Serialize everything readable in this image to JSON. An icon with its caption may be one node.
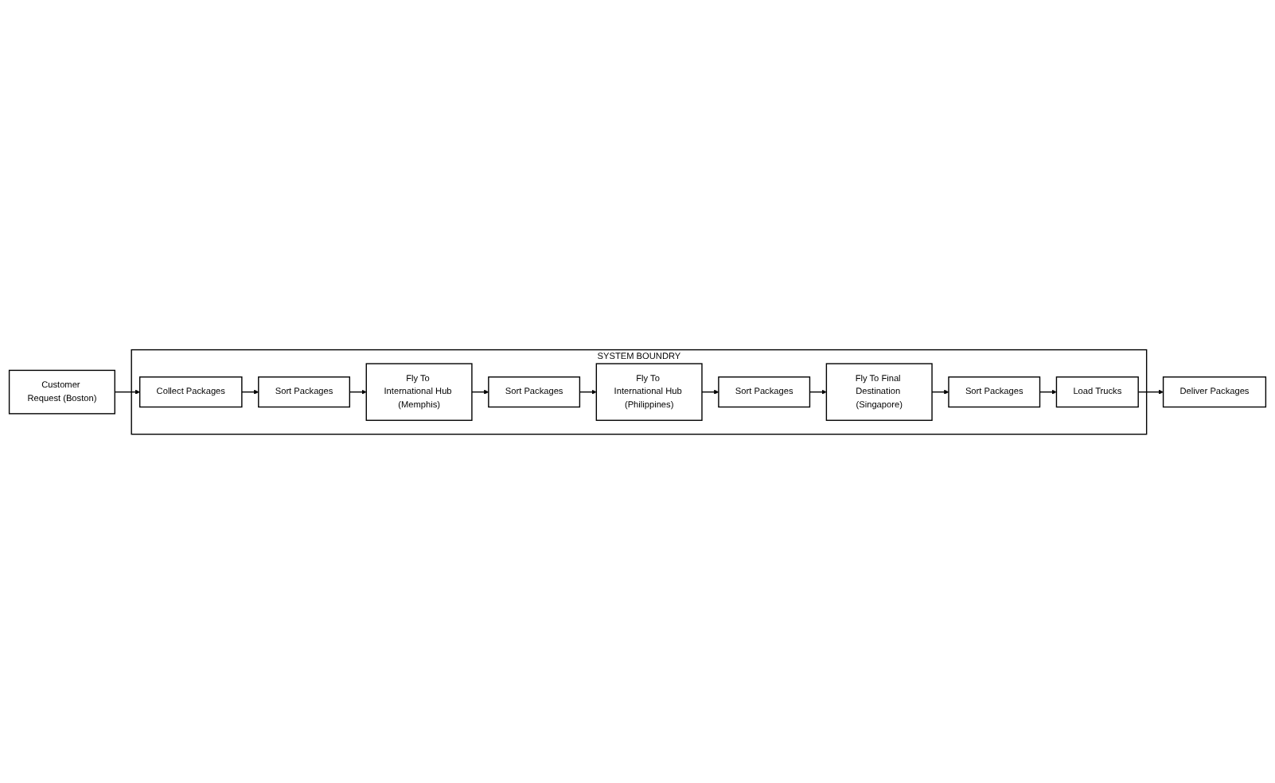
{
  "diagram": {
    "nodes": [
      {
        "text": [
          "Customer Request (Boston)"
        ]
      },
      {
        "text": [
          "SYSTEM BOUNDRY"
        ]
      },
      {
        "text": [
          "Collect Packages"
        ],
        "in": 1
      },
      {
        "text": [
          "Sort Packages"
        ],
        "in": 1
      },
      {
        "text": [
          "Fly To International Hub (Memphis)"
        ],
        "in": 1
      },
      {
        "text": [
          "Sort Packages"
        ],
        "in": 1
      },
      {
        "text": [
          "Fly To International Hub (Philippines)"
        ],
        "in": 1
      },
      {
        "text": [
          "Sort Packages"
        ],
        "in": 1
      },
      {
        "text": [
          "Fly To Final Destination (Singapore)"
        ],
        "in": 1
      },
      {
        "text": [
          "Sort Packages"
        ],
        "in": 1
      },
      {
        "text": [
          "Load Trucks"
        ],
        "in": 1
      },
      {
        "text": [
          "Deliver Packages"
        ]
      }
    ],
    "edges": [
      {
        "from": 0,
        "to": 2,
        "arrow": "to"
      },
      {
        "from": 2,
        "to": 3,
        "arrow": "to"
      },
      {
        "from": 3,
        "to": 4,
        "arrow": "to"
      },
      {
        "from": 4,
        "to": 5,
        "arrow": "to"
      },
      {
        "from": 5,
        "to": 6,
        "arrow": "to"
      },
      {
        "from": 6,
        "to": 7,
        "arrow": "to"
      },
      {
        "from": 7,
        "to": 8,
        "arrow": "to"
      },
      {
        "from": 8,
        "to": 9,
        "arrow": "to"
      },
      {
        "from": 9,
        "to": 10,
        "arrow": "to"
      },
      {
        "from": 10,
        "to": 11,
        "arrow": "to"
      }
    ]
  }
}
